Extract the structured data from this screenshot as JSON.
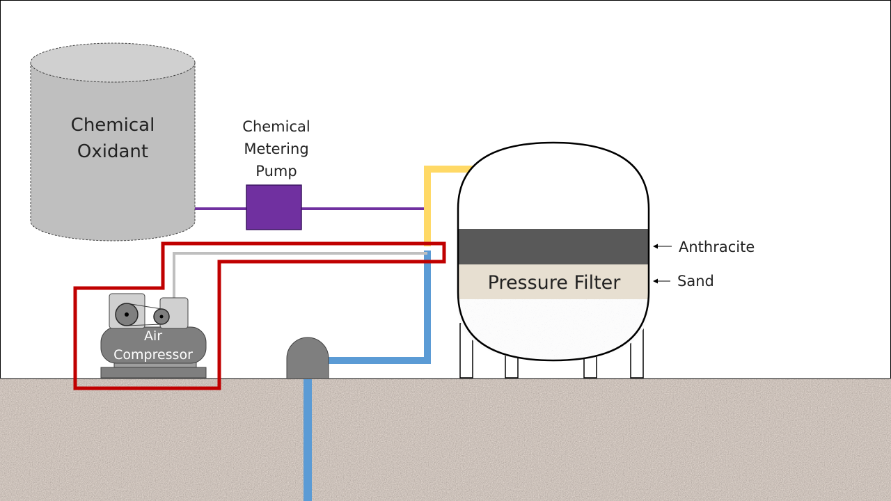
{
  "labels": {
    "tank_line1": "Chemical",
    "tank_line2": "Oxidant",
    "pump_line1": "Chemical",
    "pump_line2": "Metering",
    "pump_line3": "Pump",
    "compressor_line1": "Air",
    "compressor_line2": "Compressor",
    "filter": "Pressure Filter",
    "anthracite": "Anthracite",
    "sand": "Sand"
  },
  "colors": {
    "air_line": "#C00000",
    "air_line_inner": "#BFBFBF",
    "chemical_line": "#7030A0",
    "pump": "#7030A0",
    "distribution": "#FFD966",
    "water_line": "#5B9BD5",
    "anthracite": "#595959",
    "sand": "#E7DFD1",
    "tank": "#BFBFBF",
    "wellhead": "#7F7F7F",
    "ground": "#8C7B70"
  }
}
